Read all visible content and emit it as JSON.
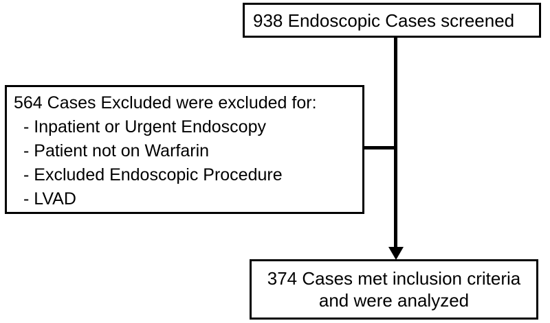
{
  "diagram": {
    "type": "flowchart",
    "orientation": "vertical",
    "background_color": "#ffffff",
    "line_color": "#000000",
    "nodes": {
      "screened": {
        "label": "938 Endoscopic Cases screened",
        "count": 938
      },
      "excluded": {
        "heading": "564 Cases Excluded were excluded for:",
        "count": 564,
        "reasons": [
          "Inpatient or Urgent Endoscopy",
          "Patient not on Warfarin",
          "Excluded Endoscopic Procedure",
          "LVAD"
        ]
      },
      "included": {
        "line1": "374 Cases met inclusion criteria",
        "line2": "and were analyzed",
        "count": 374
      }
    },
    "connectors": {
      "main_stem": "vertical-line",
      "exclusion_branch": "horizontal-line",
      "inclusion_arrow": "down-arrowhead"
    }
  }
}
